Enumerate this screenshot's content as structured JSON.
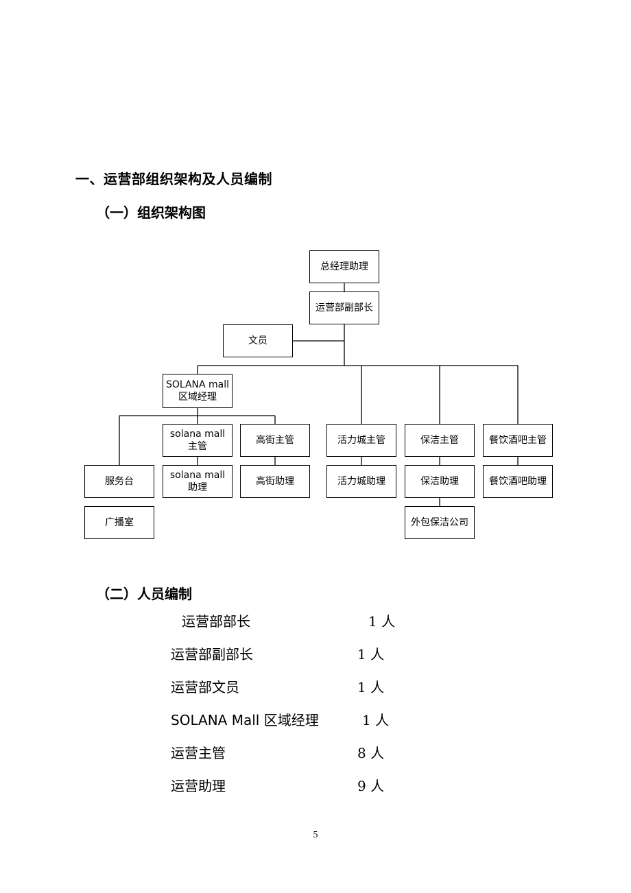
{
  "heading": "一、运营部组织架构及人员编制",
  "org_section_title": "（一）组织架构图",
  "org_chart": {
    "gm_assistant": "总经理助理",
    "deputy_director": "运营部副部长",
    "clerk": "文员",
    "solana_area_manager": "SOLANA mall\n区域经理",
    "solana_supervisor": "solana mall\n主管",
    "high_street_supervisor": "高街主管",
    "huoli_supervisor": "活力城主管",
    "cleaning_supervisor": "保洁主管",
    "fnb_bar_supervisor": "餐饮酒吧主管",
    "service_desk": "服务台",
    "solana_assistant": "solana mall\n助理",
    "high_street_assistant": "高街助理",
    "huoli_assistant": "活力城助理",
    "cleaning_assistant": "保洁助理",
    "fnb_bar_assistant": "餐饮酒吧助理",
    "broadcast_room": "广播室",
    "outsourced_cleaning": "外包保洁公司"
  },
  "staff_section_title": "（二）人员编制",
  "staff": [
    {
      "role": "运营部部长",
      "count": "1 人"
    },
    {
      "role": "运营部副部长",
      "count": "1 人"
    },
    {
      "role": "运营部文员",
      "count": "1 人"
    },
    {
      "role": "SOLANA Mall 区域经理",
      "count": "1 人"
    },
    {
      "role": "运营主管",
      "count": "8 人"
    },
    {
      "role": "运营助理",
      "count": "9 人"
    }
  ],
  "page_number": "5"
}
